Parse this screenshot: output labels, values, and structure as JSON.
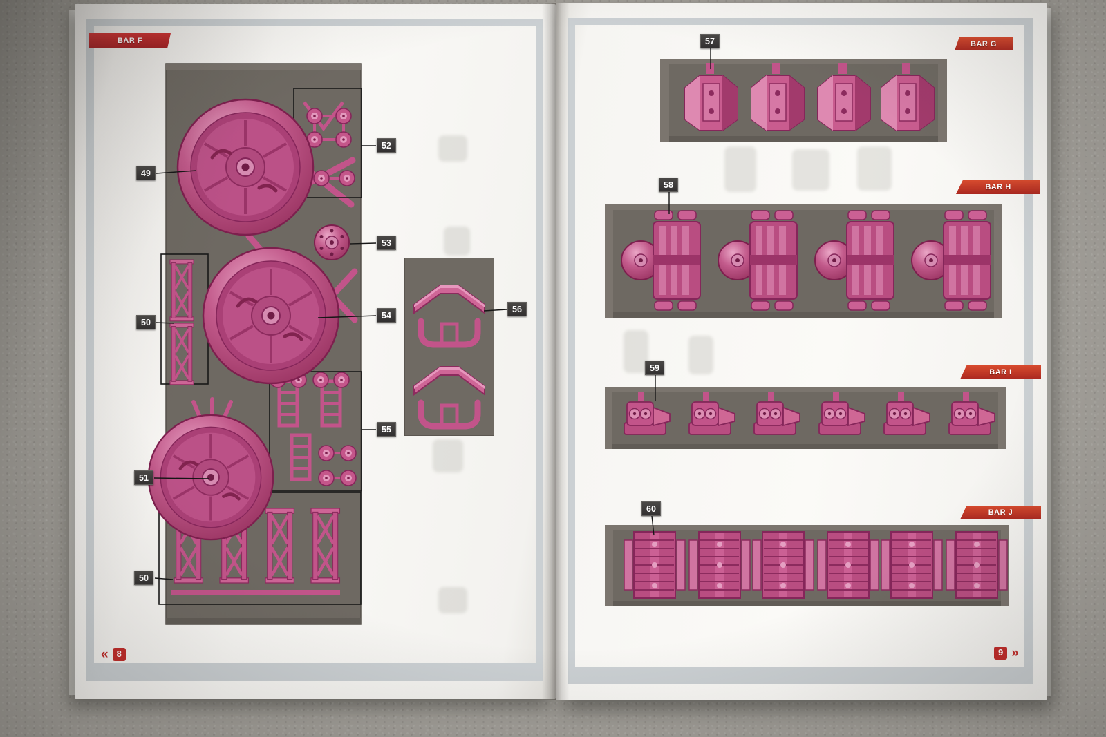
{
  "booklet": {
    "kind": "model-kit-instruction-sprue-map",
    "spread": "pages 8-9"
  },
  "left_page": {
    "bar_label": "BAR F",
    "page_number": "8",
    "nav_symbol": "«",
    "callouts": {
      "c49": "49",
      "c50a": "50",
      "c51": "51",
      "c52": "52",
      "c53": "53",
      "c54": "54",
      "c55": "55",
      "c56": "56",
      "c50b": "50"
    }
  },
  "right_page": {
    "page_number": "9",
    "nav_symbol": "»",
    "sections": [
      {
        "label": "BAR G",
        "callout": "57"
      },
      {
        "label": "BAR H",
        "callout": "58"
      },
      {
        "label": "BAR I",
        "callout": "59"
      },
      {
        "label": "BAR J",
        "callout": "60"
      }
    ]
  },
  "colors": {
    "part_pink": "#c2548a",
    "part_pink_light": "#e398bd",
    "part_pink_dark": "#8c2b5e",
    "sprue_gray": "#6e6962",
    "badge_red": "#c5262c",
    "badge_orange_red": "#cc4029",
    "callout_bg": "#3b3a39",
    "page_white": "#f7f6f3",
    "carpet_gray": "#a3a09a"
  }
}
